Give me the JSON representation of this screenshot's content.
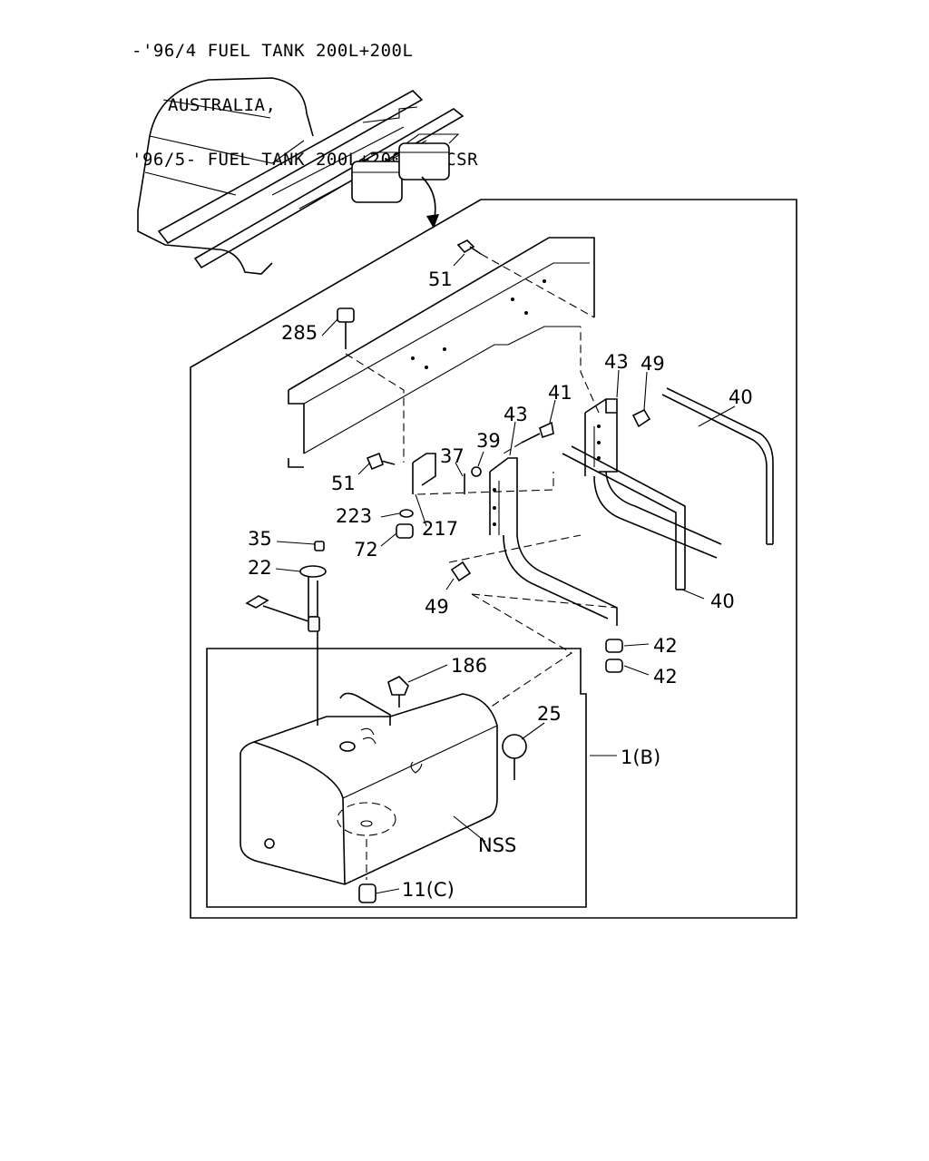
{
  "header": {
    "line1": "-'96/4 FUEL TANK 200L+200L",
    "line2": "AUSTRALIA,",
    "line3": "'96/5- FUEL TANK 200L+200L FMCSR"
  },
  "callouts": {
    "c51_top": "51",
    "c285": "285",
    "c43_right": "43",
    "c49_top": "49",
    "c40_top": "40",
    "c41": "41",
    "c43_left": "43",
    "c39": "39",
    "c37": "37",
    "c51_left": "51",
    "c223": "223",
    "c217": "217",
    "c35": "35",
    "c72": "72",
    "c22": "22",
    "c49_bottom": "49",
    "c40_bottom": "40",
    "c42_a": "42",
    "c42_b": "42",
    "c186": "186",
    "c25": "25",
    "c1b": "1(B)",
    "nss": "NSS",
    "c11c": "11(C)"
  }
}
